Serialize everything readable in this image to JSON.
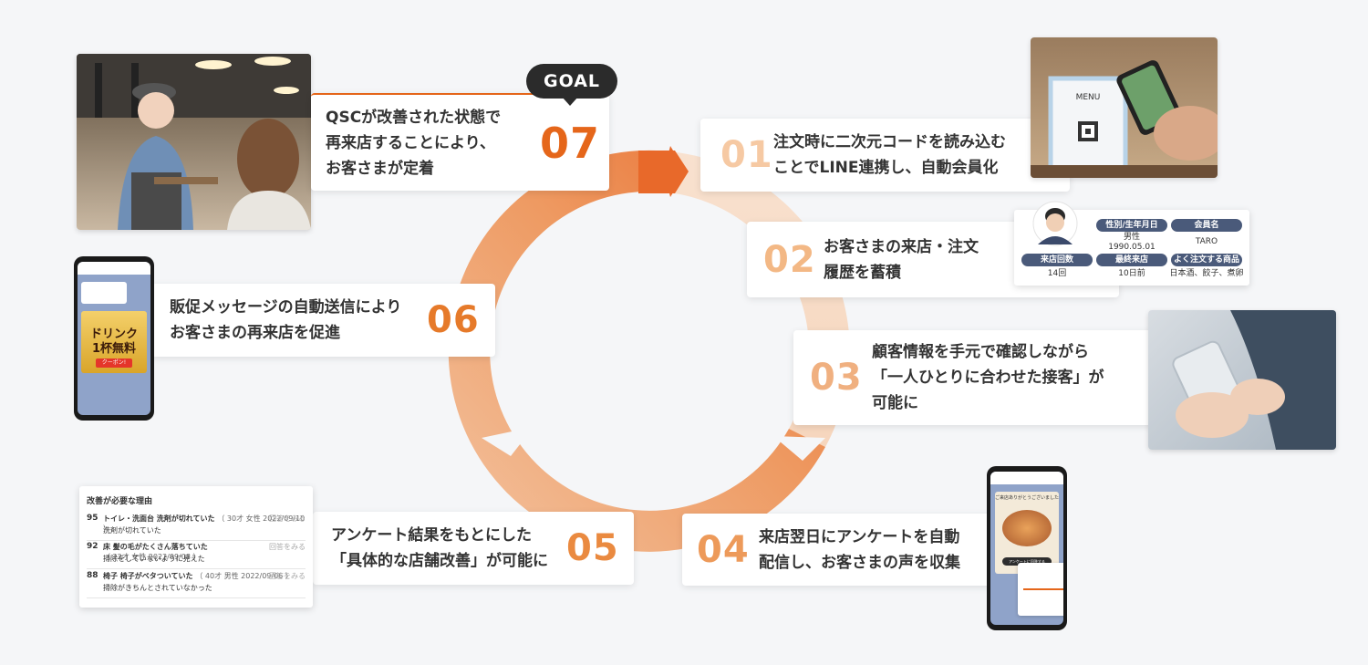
{
  "goal_label": "GOAL",
  "steps": [
    {
      "num": "01",
      "text": "注文時に二次元コードを読み込む\nことでLINE連携し、自動会員化"
    },
    {
      "num": "02",
      "text": "お客さまの来店・注文\n履歴を蓄積"
    },
    {
      "num": "03",
      "text": "顧客情報を手元で確認しながら\n「一人ひとりに合わせた接客」が\n可能に"
    },
    {
      "num": "04",
      "text": "来店翌日にアンケートを自動\n配信し、お客さまの声を収集"
    },
    {
      "num": "05",
      "text": "アンケート結果をもとにした\n「具体的な店舗改善」が可能に"
    },
    {
      "num": "06",
      "text": "販促メッセージの自動送信により\nお客さまの再来店を促進"
    },
    {
      "num": "07",
      "text": "QSCが改善された状態で\n再来店することにより、\nお客さまが定着"
    }
  ],
  "menu_card": {
    "label": "MENU"
  },
  "member_panel": {
    "gender_label": "性別/生年月日",
    "gender_value": "男性\n1990.05.01",
    "name_label": "会員名",
    "name_value": "TARO",
    "visits_label": "来店回数",
    "visits_value": "14回",
    "last_label": "最終来店",
    "last_value": "10日前",
    "fav_label": "よく注文する商品",
    "fav_value": "日本酒、餃子、煮卵"
  },
  "coupon_phone": {
    "line1": "ドリンク",
    "line2": "1杯無料",
    "tag": "クーポン!"
  },
  "survey_phone": {
    "header": "ご来店ありがとうございました",
    "button": "アンケートに回答する"
  },
  "survey_list": {
    "title": "改善が必要な理由",
    "link_label": "回答をみる",
    "rows": [
      {
        "score": "95",
        "main": "トイレ・洗面台 洗剤が切れていた",
        "meta": "（ 30才 女性  2022/09/10 ）",
        "sub": "洗剤が切れていた"
      },
      {
        "score": "92",
        "main": "床 髪の毛がたくさん落ちていた",
        "meta": "（ 22才 女性  2022/09/08 ）",
        "sub": "掃除をしていないように見えた"
      },
      {
        "score": "88",
        "main": "椅子 椅子がベタついていた",
        "meta": "（ 40才 男性  2022/09/06 ）",
        "sub": "掃除がきちんとされていなかった"
      }
    ]
  },
  "colors": {
    "accent": "#e5661a",
    "ring_light": "#f8ddc8",
    "ring_dark": "#e8692a"
  }
}
